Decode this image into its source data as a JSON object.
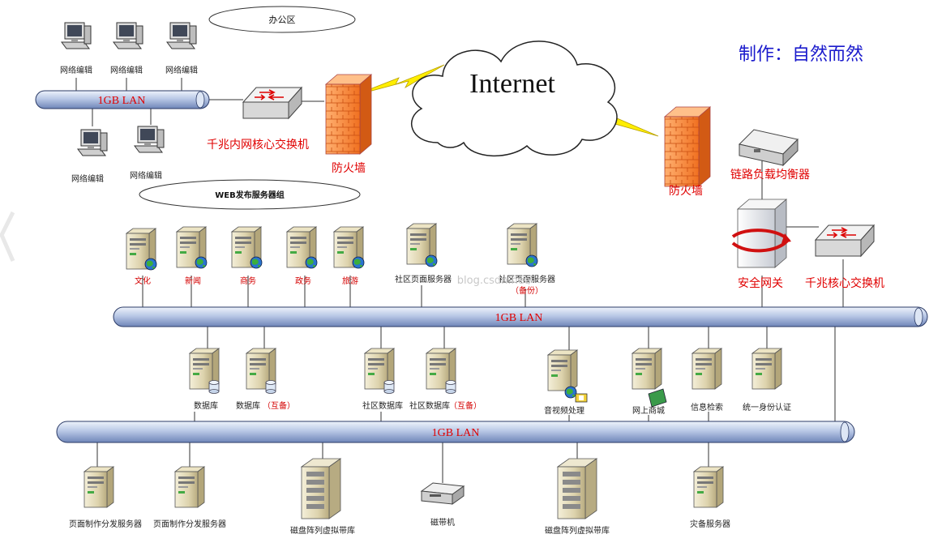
{
  "credit": "制作：自然而然",
  "cloud_label": "Internet",
  "zones": {
    "office": "办公区",
    "web_group": "WEB发布服务器组"
  },
  "lans": {
    "office_lan": "1GB  LAN",
    "main_lan": "1GB  LAN",
    "storage_lan": "1GB  LAN"
  },
  "office_pcs": [
    "网络编辑",
    "网络编辑",
    "网络编辑",
    "网络编辑",
    "网络编辑"
  ],
  "devices": {
    "office_switch": "千兆内网核心交换机",
    "firewall_left": "防火墙",
    "firewall_right": "防火墙",
    "load_balancer": "链路负载均衡器",
    "security_gateway": "安全网关",
    "core_switch": "千兆核心交换机"
  },
  "web_servers": [
    "文化",
    "新闻",
    "商务",
    "政务",
    "旅游"
  ],
  "community_servers": {
    "main": "社区页面服务器",
    "backup_name": "社区页面服务器",
    "backup_note": "（备份）"
  },
  "mid_servers": {
    "db": "数据库",
    "db_backup_name": "数据库",
    "db_backup_note": "（互备）",
    "community_db": "社区数据库",
    "community_db_backup_name": "社区数据库",
    "community_db_backup_note": "（互备）",
    "av": "音视频处理",
    "shop": "网上商城",
    "search": "信息检索",
    "auth": "统一身份认证"
  },
  "storage": {
    "dist1": "页面制作分发服务器",
    "dist2": "页面制作分发服务器",
    "raid1": "磁盘阵列虚拟带库",
    "tape": "磁带机",
    "raid2": "磁盘阵列虚拟带库",
    "dr": "灾备服务器"
  },
  "watermark": "blog.csdn.net/"
}
